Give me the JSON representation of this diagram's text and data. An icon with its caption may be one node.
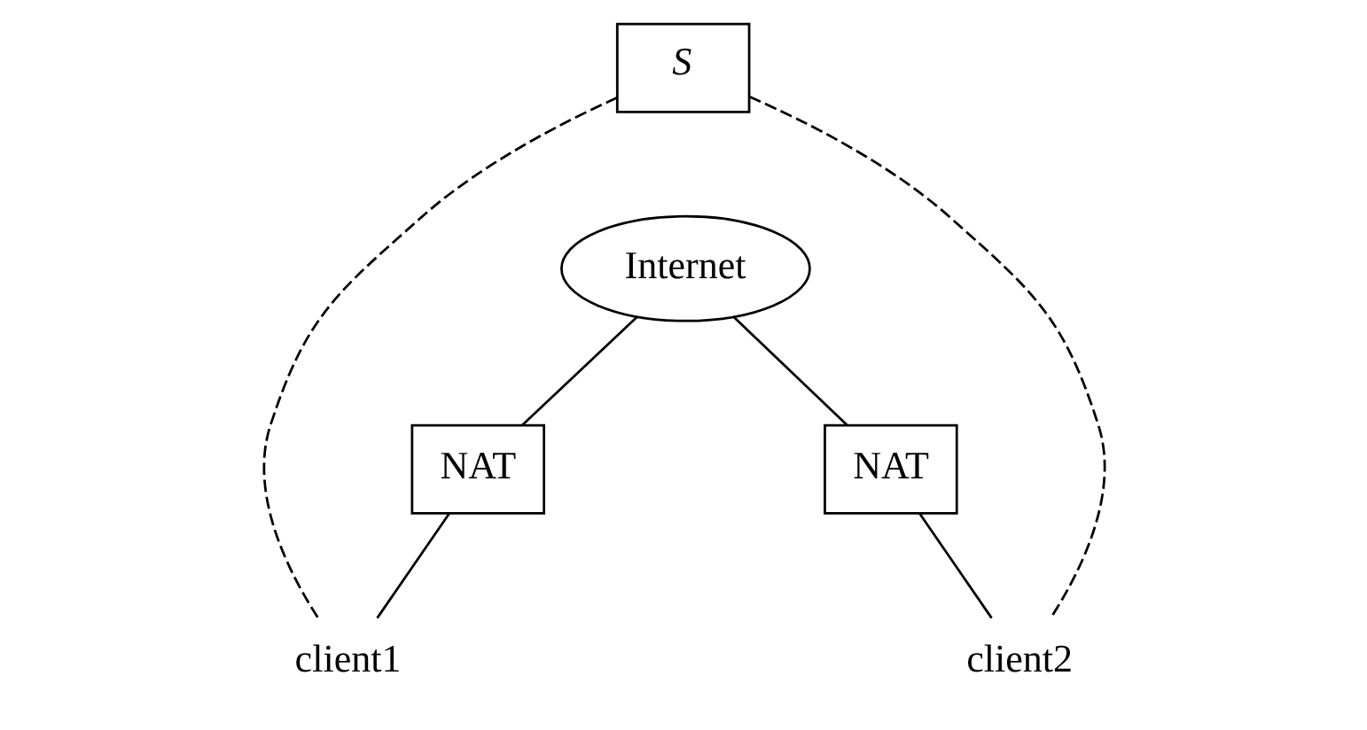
{
  "diagram": {
    "nodes": [
      {
        "text": [
          "S"
        ]
      },
      {
        "text": [
          "Internet"
        ]
      },
      {
        "text": [
          "NAT"
        ]
      },
      {
        "text": [
          "NAT"
        ]
      },
      {
        "text": [
          "client1"
        ]
      },
      {
        "text": [
          "client2"
        ]
      }
    ],
    "edges": [
      {
        "from": 0,
        "to": 4,
        "arrow": "none",
        "style": "dashed"
      },
      {
        "from": 0,
        "to": 5,
        "arrow": "none",
        "style": "dashed"
      },
      {
        "from": 1,
        "to": 2,
        "arrow": "none"
      },
      {
        "from": 1,
        "to": 3,
        "arrow": "none"
      },
      {
        "from": 2,
        "to": 4,
        "arrow": "none"
      },
      {
        "from": 3,
        "to": 5,
        "arrow": "none"
      }
    ]
  }
}
